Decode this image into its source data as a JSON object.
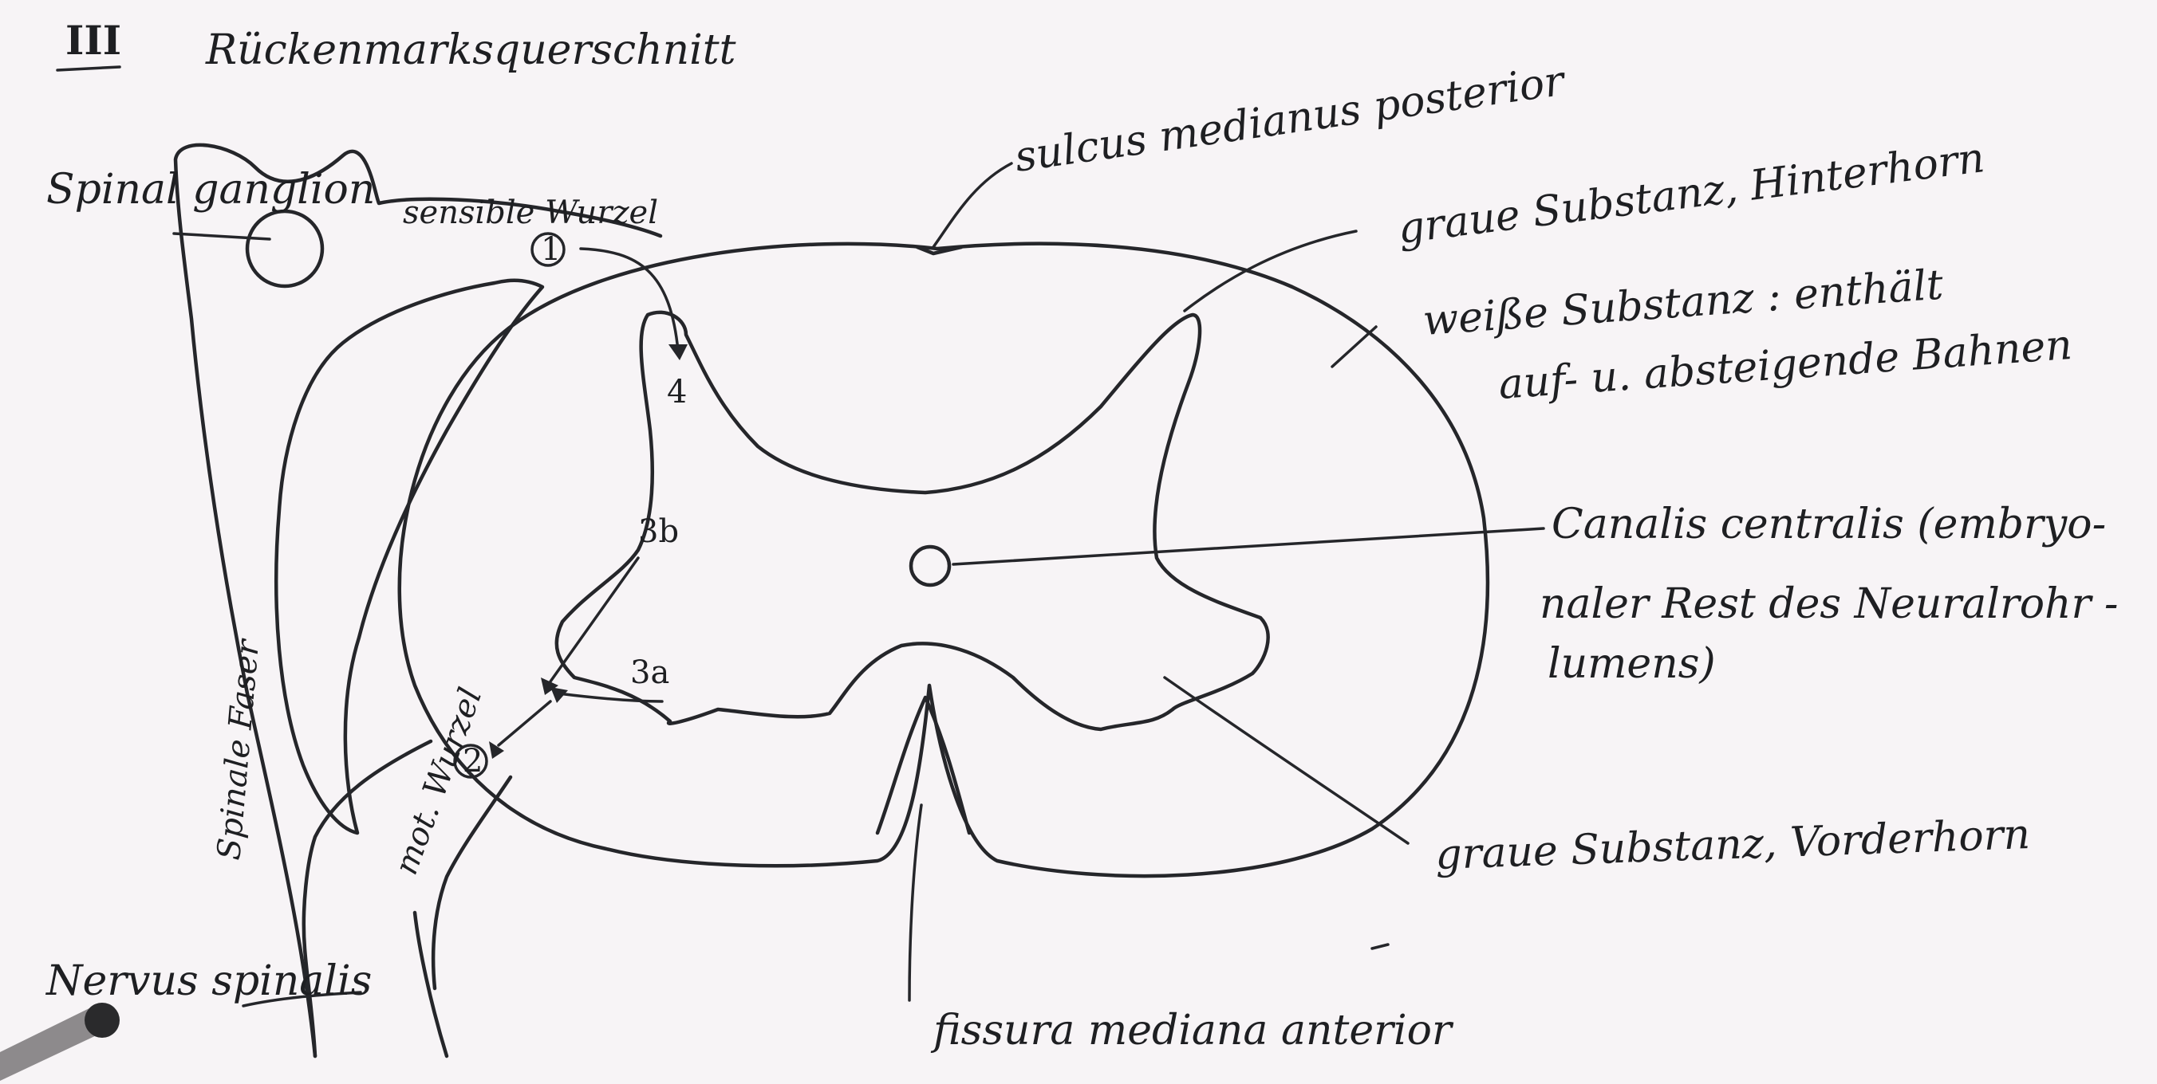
{
  "heading": {
    "number": "III",
    "title": "Rückenmarksquerschnitt"
  },
  "labels": {
    "spinal_ganglion": "Spinal ganglion",
    "sensible_wurzel": "sensible Wurzel",
    "mot_wurzel": "mot. Wurzel",
    "spinale_faser": "Spinale Faser",
    "nervus_spinalis": "Nervus spinalis",
    "sulcus": "sulcus medianus posterior",
    "hinterhorn": "graue Substanz, Hinterhorn",
    "weisse_1": "weiße Substanz : enthält",
    "weisse_2": "auf- u. absteigende Bahnen",
    "canalis_1": "Canalis centralis (embryo-",
    "canalis_2": "naler Rest des Neuralrohr -",
    "canalis_3": "lumens)",
    "vorderhorn": "graue Substanz, Vorderhorn",
    "fissura": "fissura mediana anterior"
  },
  "markers": {
    "m1": "1",
    "m2": "2",
    "m3a": "3a",
    "m3b": "3b",
    "m4": "4"
  }
}
